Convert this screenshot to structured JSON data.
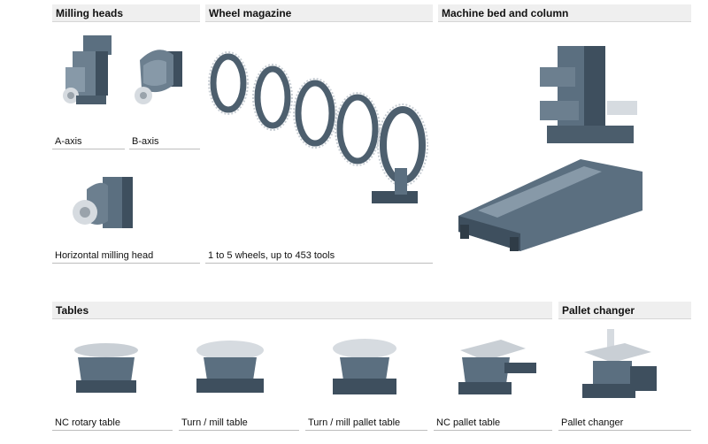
{
  "sections": {
    "milling_heads": "Milling heads",
    "wheel_magazine": "Wheel magazine",
    "machine_bed": "Machine bed and column",
    "tables": "Tables",
    "pallet_changer": "Pallet changer"
  },
  "captions": {
    "a_axis": "A-axis",
    "b_axis": "B-axis",
    "horizontal_head": "Horizontal milling head",
    "wheel_magazine": "1 to 5 wheels, up to 453 tools",
    "nc_rotary": "NC rotary table",
    "turn_mill": "Turn / mill table",
    "turn_mill_pallet": "Turn / mill pallet table",
    "nc_pallet": "NC pallet table",
    "pallet_changer": "Pallet changer"
  },
  "colors": {
    "machine_body": "#5b6f80",
    "machine_dark": "#3e4f5e",
    "machine_light": "#8799a8",
    "metal": "#d6dbe0",
    "header_bg": "#efefef"
  }
}
